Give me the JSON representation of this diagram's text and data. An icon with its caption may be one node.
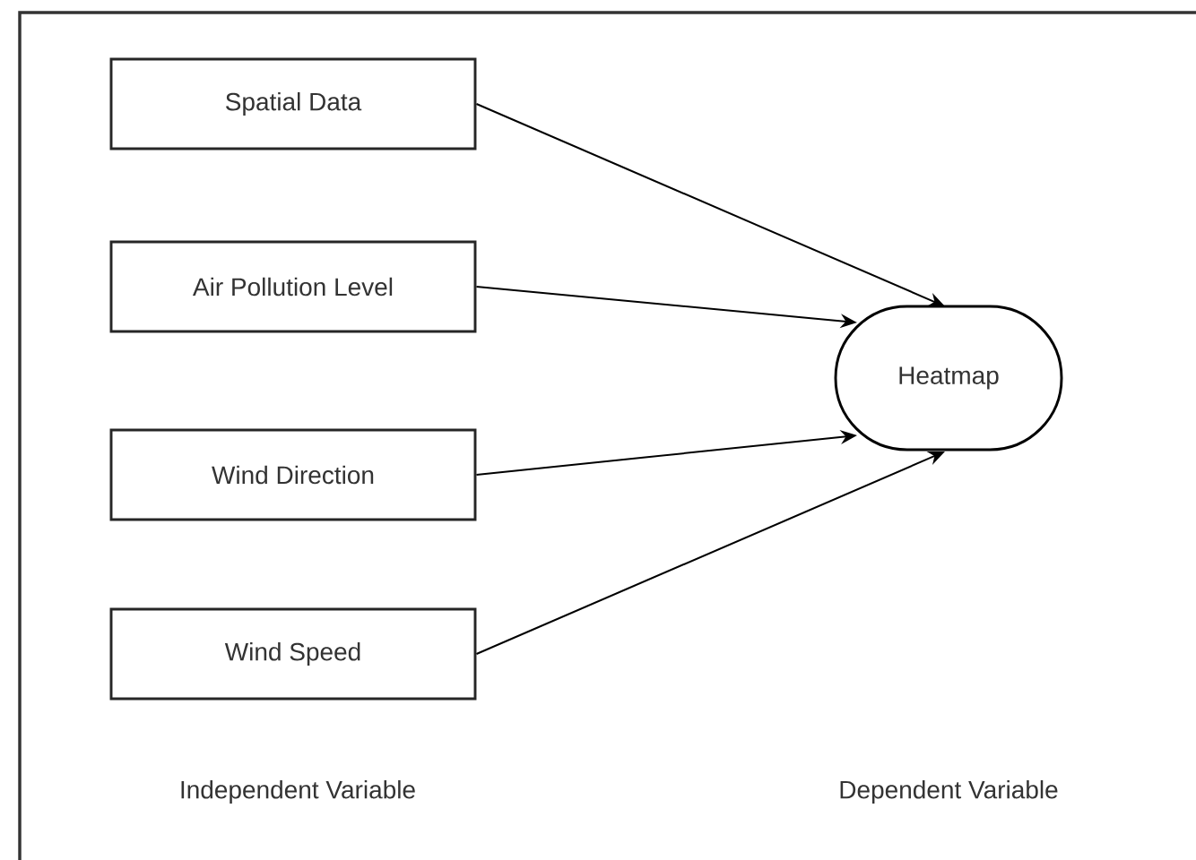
{
  "diagram": {
    "nodes": [
      {
        "text": [
          "Spatial Data"
        ]
      },
      {
        "text": [
          "Air Pollution Level"
        ]
      },
      {
        "text": [
          "Wind Direction"
        ]
      },
      {
        "text": [
          "Wind Speed"
        ]
      },
      {
        "text": [
          "Heatmap"
        ]
      }
    ],
    "edges": [
      {
        "from": 0,
        "to": 4,
        "arrow": "to"
      },
      {
        "from": 1,
        "to": 4,
        "arrow": "to"
      },
      {
        "from": 2,
        "to": 4,
        "arrow": "to"
      },
      {
        "from": 3,
        "to": 4,
        "arrow": "to"
      }
    ],
    "labels": [
      "Independent Variable",
      "Dependent Variable"
    ]
  }
}
